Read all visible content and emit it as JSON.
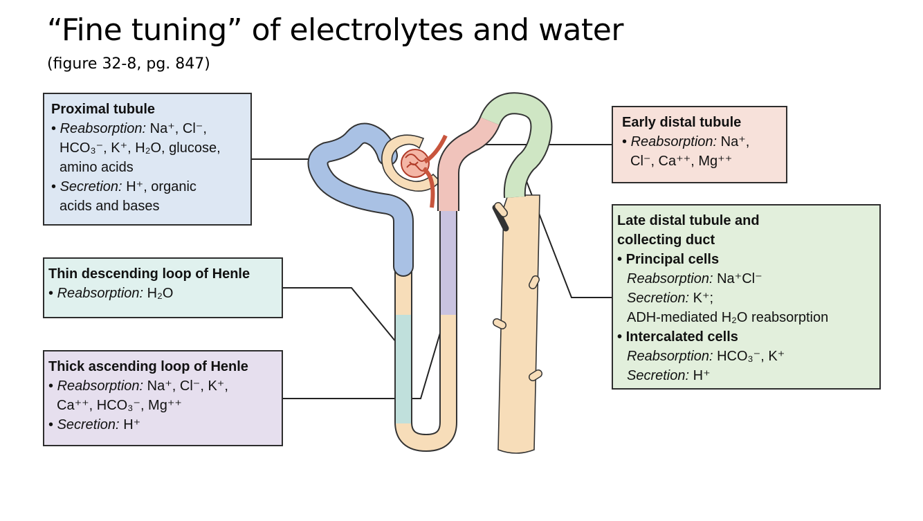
{
  "title": "“Fine tuning” of electrolytes and water",
  "subtitle": "(figure 32-8, pg. 847)",
  "proximal": {
    "heading": "Proximal tubule",
    "reabsorption_label": "Reabsorption:",
    "reabsorption_line1": "Na⁺, Cl⁻,",
    "reabsorption_line2": "HCO₃⁻, K⁺, H₂O, glucose,",
    "reabsorption_line3": "amino acids",
    "secretion_label": "Secretion:",
    "secretion_line1": "H⁺, organic",
    "secretion_line2": "acids and bases"
  },
  "thin_descending": {
    "heading": "Thin descending loop of Henle",
    "reabsorption_label": "Reabsorption:",
    "reabsorption_value": "H₂O"
  },
  "thick_ascending": {
    "heading": "Thick ascending loop of Henle",
    "reabsorption_label": "Reabsorption:",
    "reabsorption_line1": "Na⁺, Cl⁻, K⁺,",
    "reabsorption_line2": "Ca⁺⁺, HCO₃⁻, Mg⁺⁺",
    "secretion_label": "Secretion:",
    "secretion_value": "H⁺"
  },
  "early_distal": {
    "heading": "Early distal tubule",
    "reabsorption_label": "Reabsorption:",
    "reabsorption_line1": "Na⁺,",
    "reabsorption_line2": "Cl⁻, Ca⁺⁺, Mg⁺⁺"
  },
  "late_distal": {
    "heading_line1": "Late distal tubule and",
    "heading_line2": "collecting duct",
    "principal_heading": "Principal cells",
    "principal_reabsorption_label": "Reabsorption:",
    "principal_reabsorption_value": "Na⁺Cl⁻",
    "principal_secretion_label": "Secretion:",
    "principal_secretion_value": "K⁺;",
    "principal_adh": "ADH-mediated H₂O reabsorption",
    "intercalated_heading": "Intercalated cells",
    "intercalated_reabsorption_label": "Reabsorption:",
    "intercalated_reabsorption_value": "HCO₃⁻, K⁺",
    "intercalated_secretion_label": "Secretion:",
    "intercalated_secretion_value": "H⁺"
  },
  "colors": {
    "proximal": "#dde7f3",
    "thin_descending": "#e0f1ee",
    "thick_ascending": "#e6dfee",
    "early_distal": "#f7e1da",
    "late_distal": "#e2efdc",
    "tubule_peach": "#f7ddb9",
    "tubule_blue": "#a9c1e4",
    "tubule_teal": "#c0e0dc",
    "tubule_lavender": "#c9c3e0",
    "tubule_pink": "#f0c3bb",
    "tubule_green": "#cfe6c4",
    "vessel_red": "#c8553d"
  }
}
